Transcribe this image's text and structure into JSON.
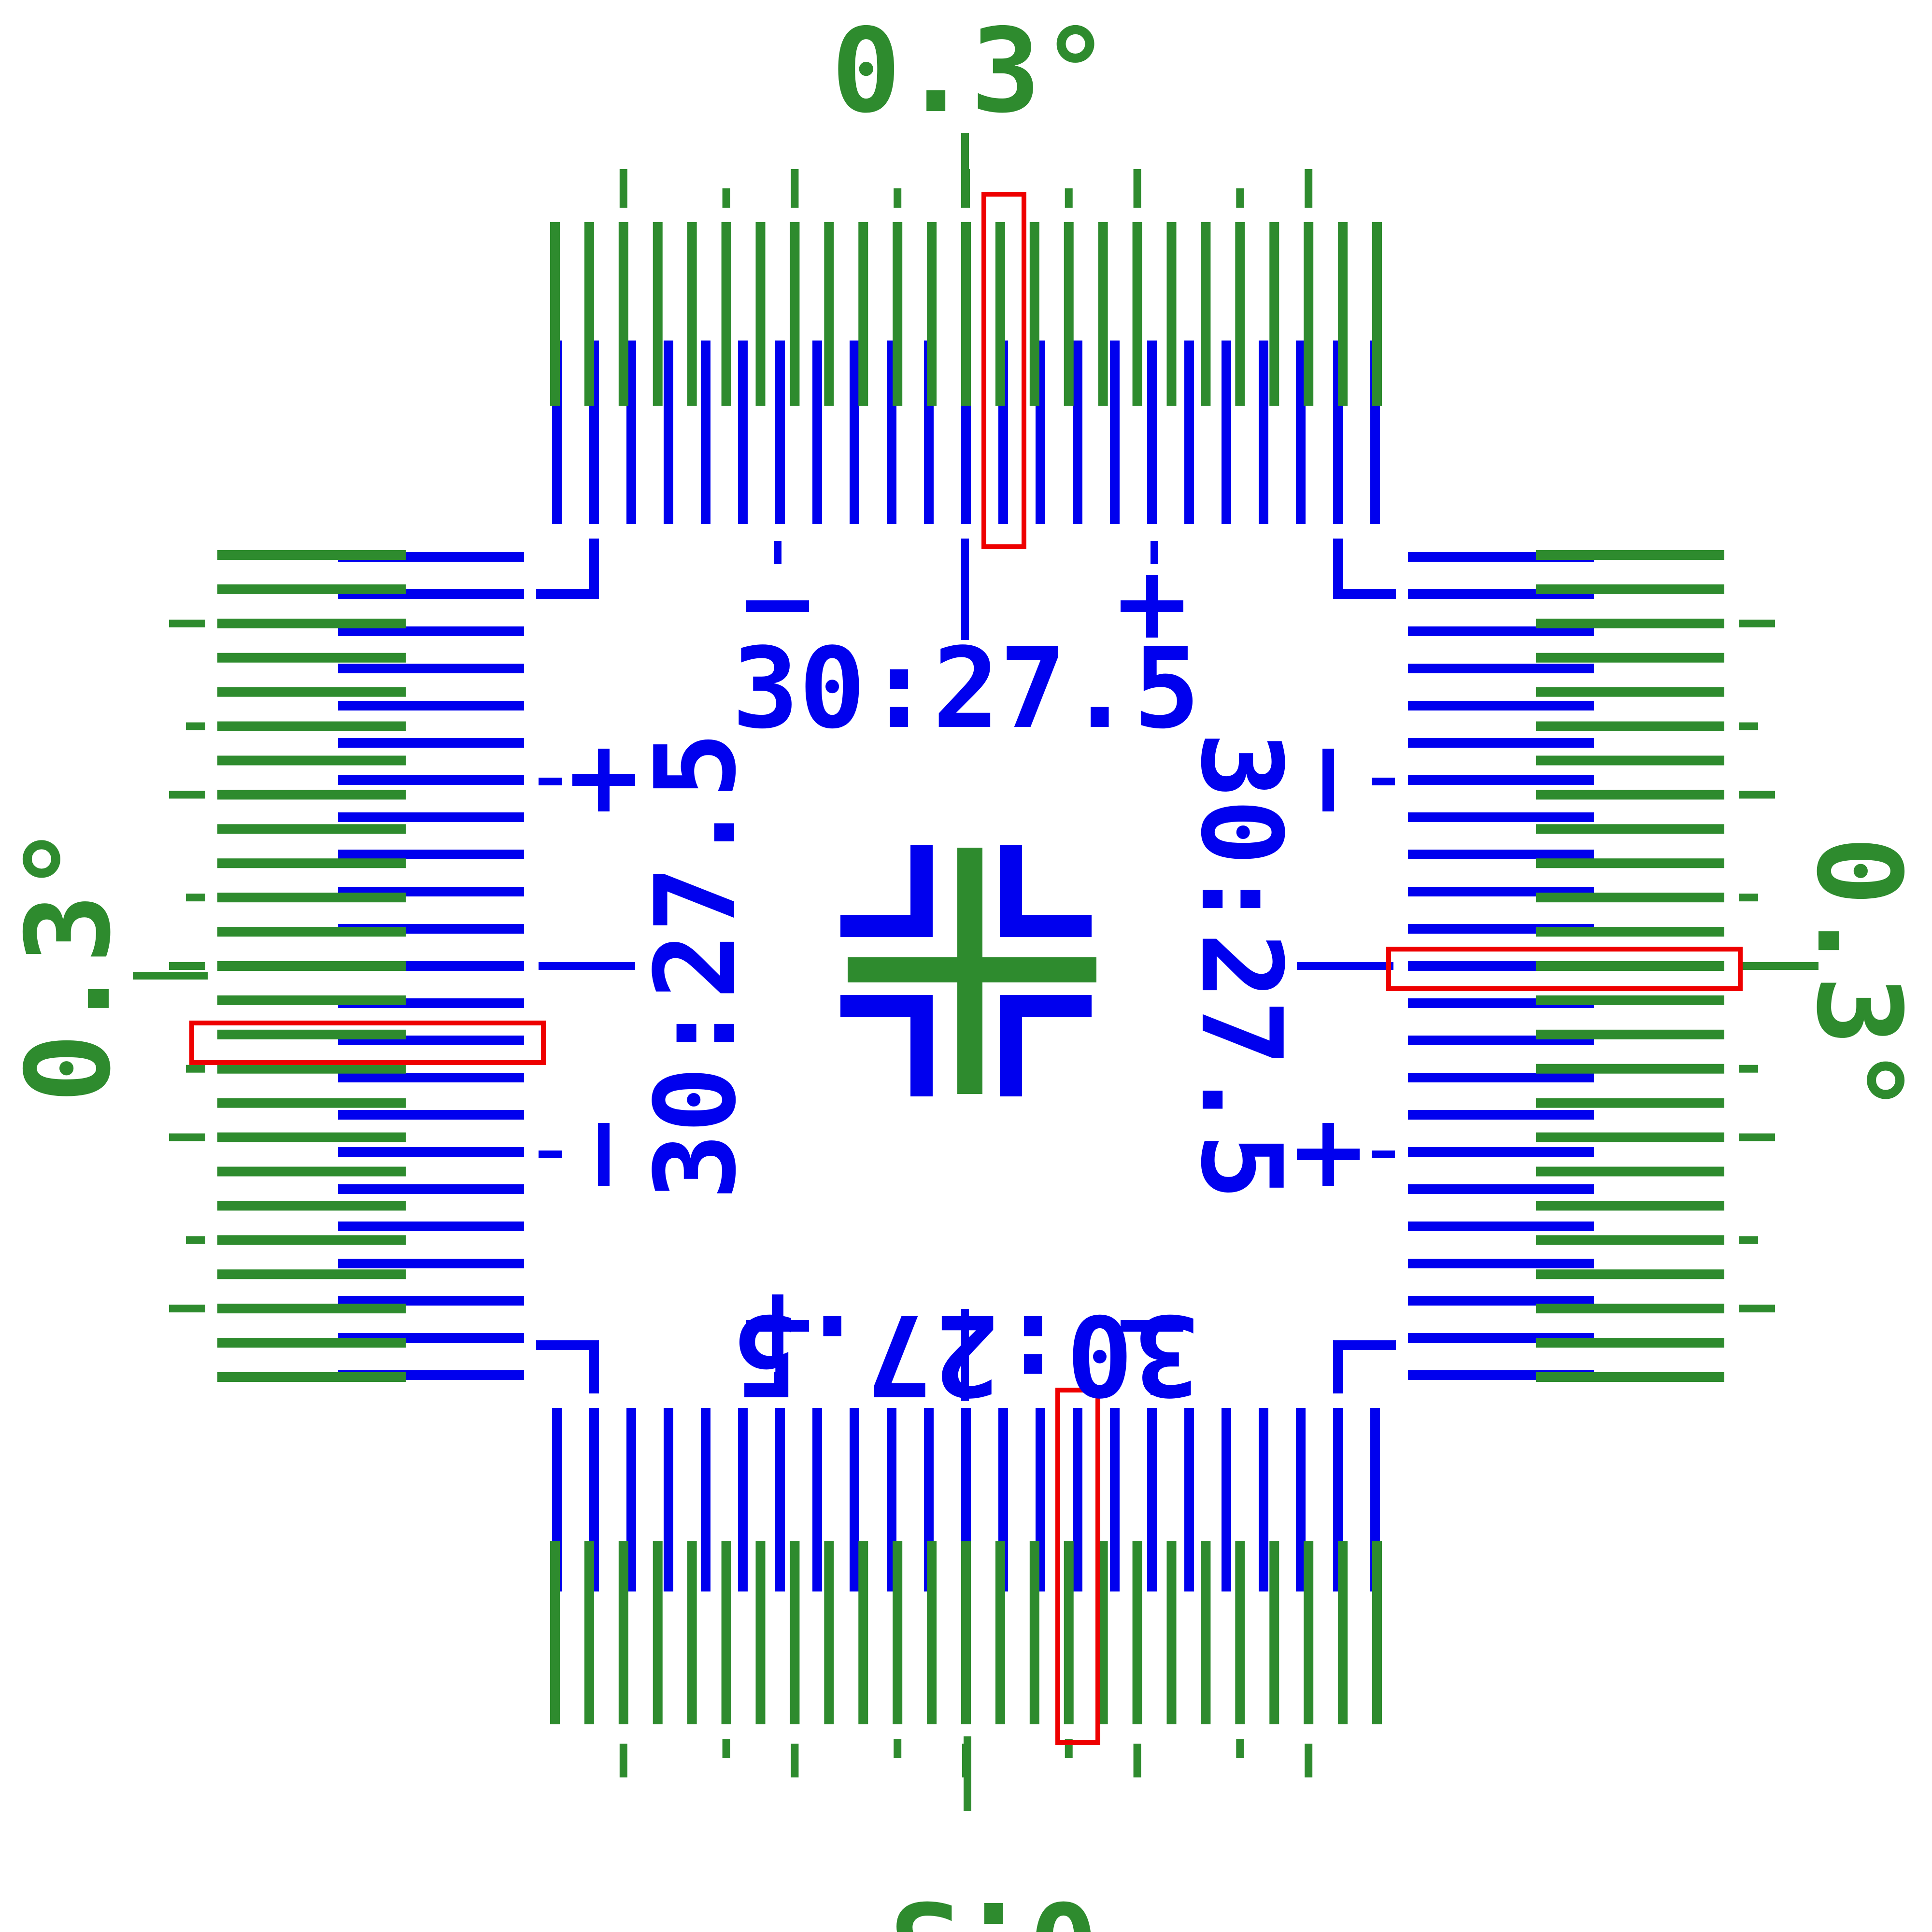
{
  "colors": {
    "scale_a": "#0000ee",
    "scale_b": "#2e8b2e",
    "highlight": "#ee0000",
    "background": "#ffffff"
  },
  "labels": {
    "ratio": "30:27.5",
    "angle": "0.3°",
    "plus": "+",
    "minus": "−"
  },
  "scale_a": {
    "ticks_per_side": 23,
    "ratio_value": 30
  },
  "scale_b": {
    "ticks_per_side": 25,
    "ratio_value": 27.5
  },
  "center_symbol": "crosshair-icon"
}
